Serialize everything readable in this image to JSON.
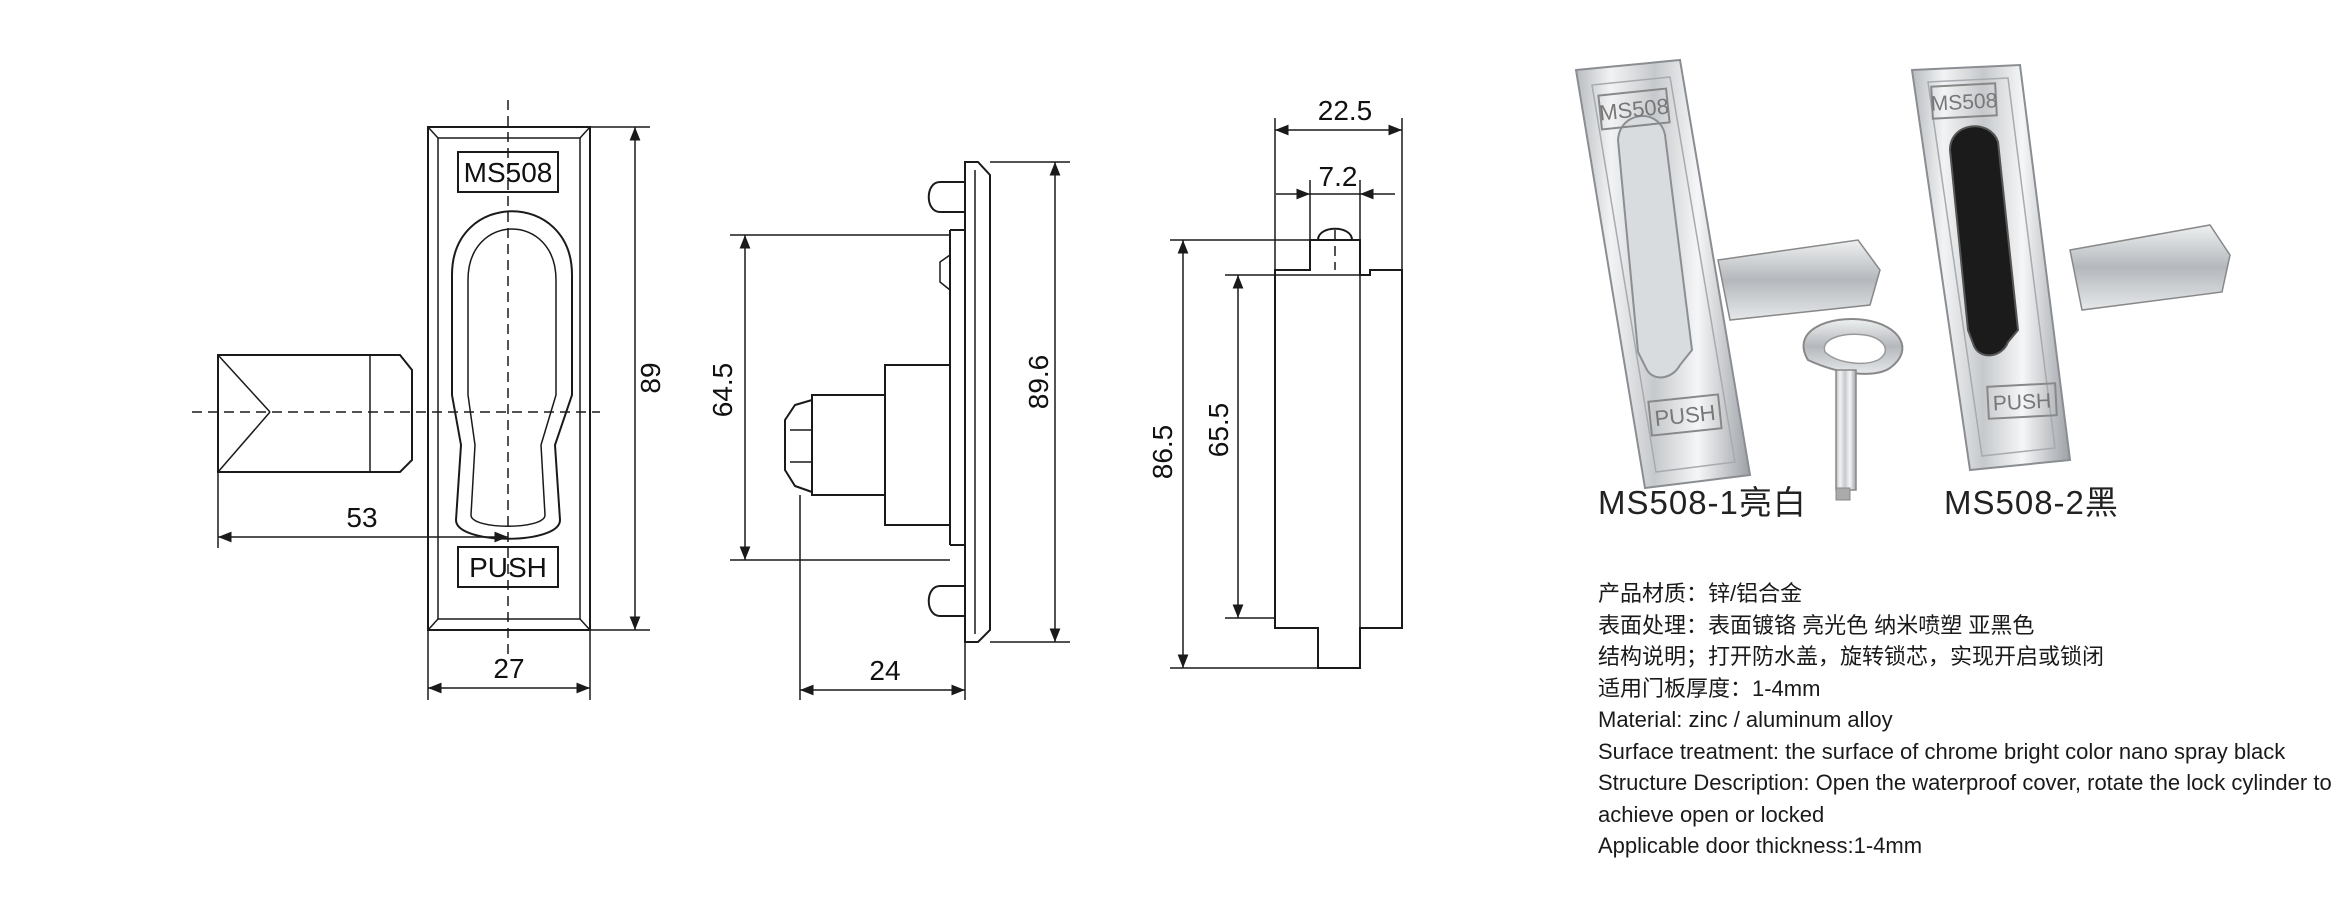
{
  "drawing": {
    "front_view": {
      "plate_top_label": "MS508",
      "plate_bottom_label": "PUSH",
      "dim_height": "89",
      "dim_width": "27",
      "dim_offset": "53"
    },
    "side_view": {
      "dim_height_outer": "89.6",
      "dim_height_inner": "64.5",
      "dim_depth": "24"
    },
    "profile_view": {
      "dim_top_width": "22.5",
      "dim_small": "7.2",
      "dim_height_outer": "86.5",
      "dim_height_inner": "65.5"
    }
  },
  "photos": {
    "item1": {
      "top_label": "MS508",
      "bottom_label": "PUSH",
      "caption": "MS508-1亮白"
    },
    "item2": {
      "top_label": "MS508",
      "bottom_label": "PUSH",
      "caption": "MS508-2黑"
    }
  },
  "specs": [
    "产品材质：锌/铝合金",
    "表面处理：表面镀铬 亮光色 纳米喷塑 亚黑色",
    "结构说明；打开防水盖，旋转锁芯，实现开启或锁闭",
    "适用门板厚度：1-4mm",
    "Material: zinc / aluminum alloy",
    "Surface treatment: the surface of chrome bright color nano spray black",
    "Structure Description: Open the waterproof cover, rotate the lock cylinder to achieve open or locked",
    "Applicable door thickness:1-4mm"
  ]
}
